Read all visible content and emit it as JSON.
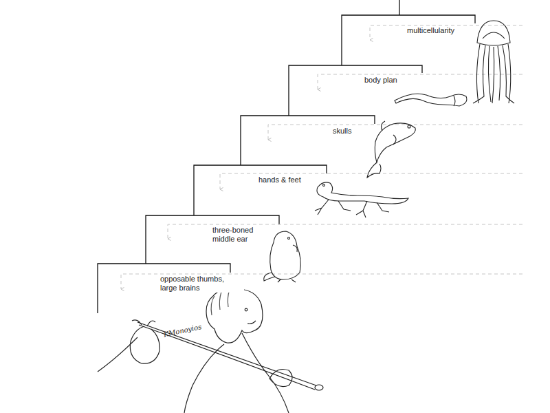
{
  "diagram": {
    "labels": [
      "multicellularity",
      "body plan",
      "skulls",
      "hands & feet",
      "three-boned middle ear",
      "opposable thumbs, large brains",
      "KMonoyios"
    ]
  }
}
